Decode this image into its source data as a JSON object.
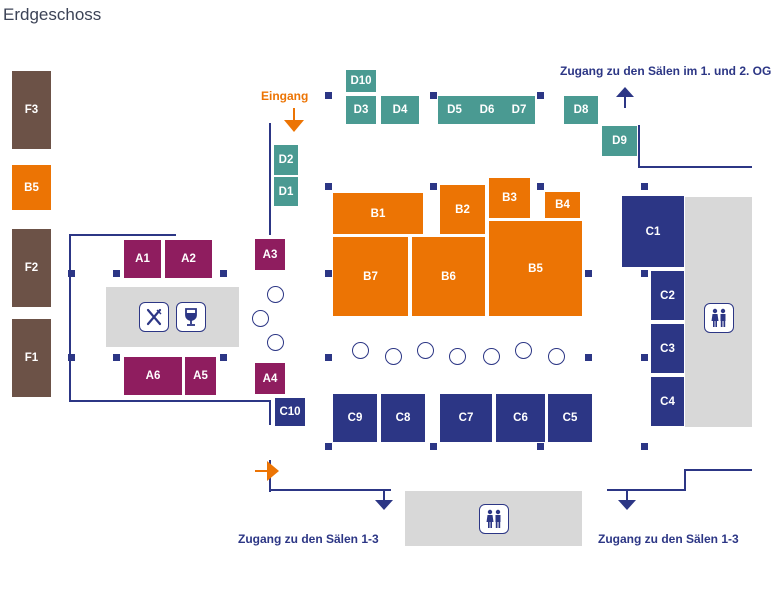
{
  "title": "Erdgeschoss",
  "labels": {
    "entrance": "Eingang",
    "access_upper": "Zugang zu den Sälen im 1. und 2. OG",
    "access_halls_left": "Zugang zu den Sälen 1-3",
    "access_halls_right": "Zugang zu den Sälen 1-3"
  },
  "colors": {
    "teal": "#4a9a92",
    "orange": "#ec7404",
    "purple": "#8f1d5f",
    "navy": "#2c3685",
    "brown": "#6c5247",
    "grey": "#d8d8d8"
  },
  "icons": {
    "restaurant": "fork-knife-icon",
    "wine": "wine-glass-icon",
    "restroom": "restroom-icon"
  },
  "booths": {
    "F3": "F3",
    "B5_side": "B5",
    "F2": "F2",
    "F1": "F1",
    "D10": "D10",
    "D3": "D3",
    "D4": "D4",
    "D5": "D5",
    "D6": "D6",
    "D7": "D7",
    "D8": "D8",
    "D9": "D9",
    "D2": "D2",
    "D1": "D1",
    "B1": "B1",
    "B2": "B2",
    "B3": "B3",
    "B4": "B4",
    "B5": "B5",
    "B6": "B6",
    "B7": "B7",
    "A1": "A1",
    "A2": "A2",
    "A3": "A3",
    "A4": "A4",
    "A5": "A5",
    "A6": "A6",
    "C1": "C1",
    "C2": "C2",
    "C3": "C3",
    "C4": "C4",
    "C5": "C5",
    "C6": "C6",
    "C7": "C7",
    "C8": "C8",
    "C9": "C9",
    "C10": "C10"
  }
}
